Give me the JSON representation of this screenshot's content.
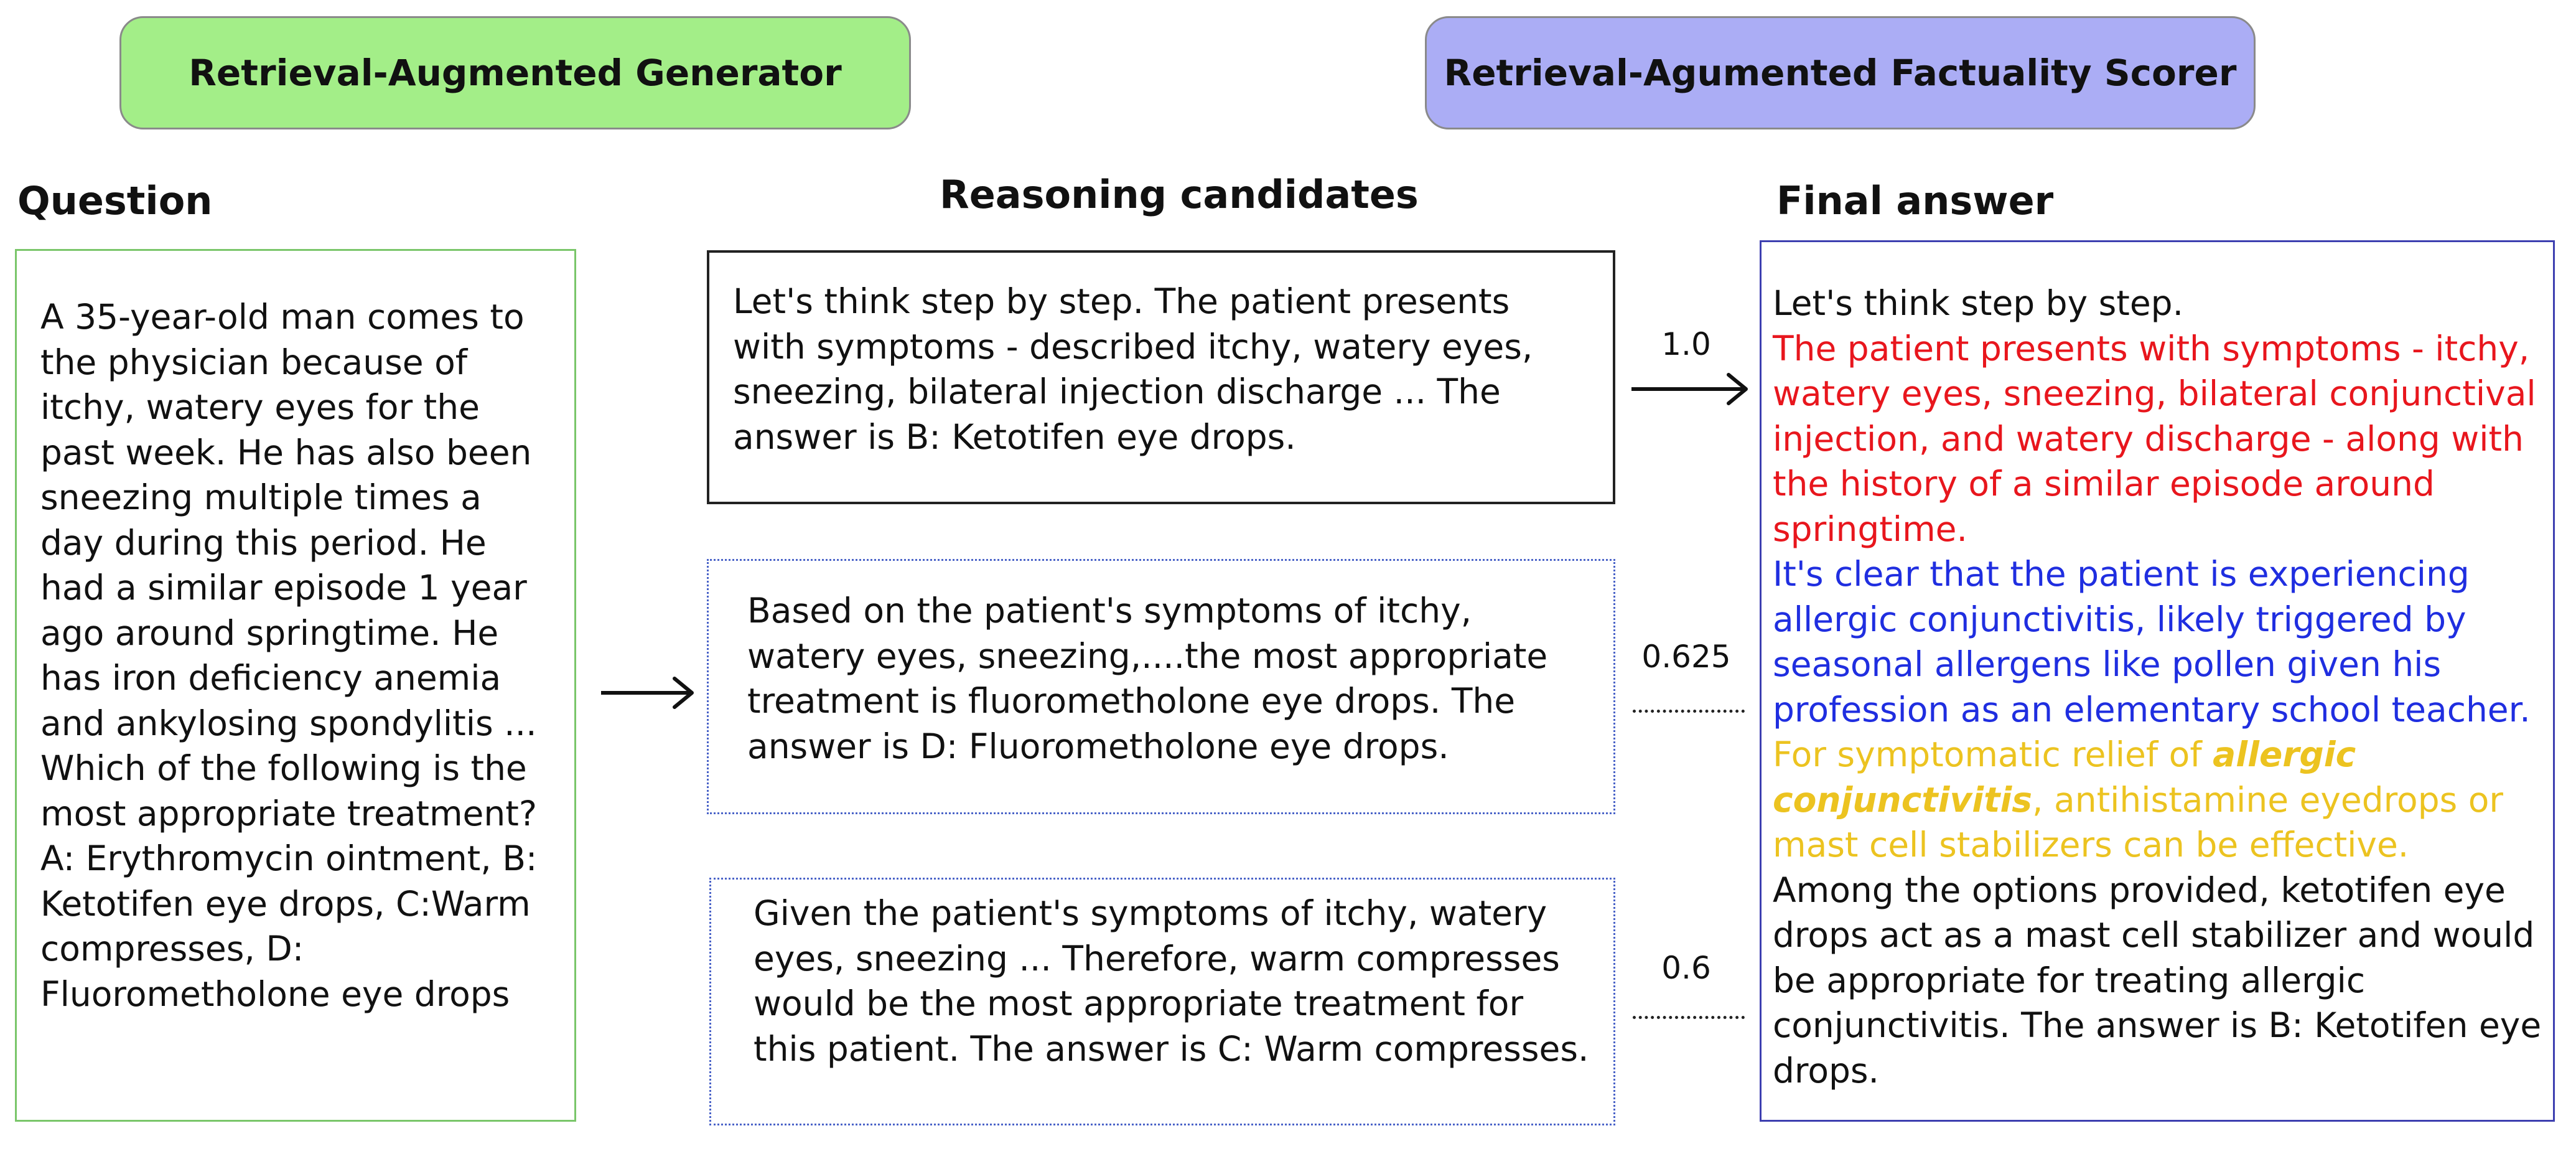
{
  "banners": {
    "generator": "Retrieval-Augmented Generator",
    "scorer": "Retrieval-Agumented Factuality Scorer"
  },
  "headers": {
    "question": "Question",
    "candidates": "Reasoning candidates",
    "final": "Final answer"
  },
  "question_text": "A 35-year-old man comes to the physician because of itchy, watery eyes for the past week. He has also been sneezing multiple times a day during this period. He had a similar episode 1 year ago around springtime. He has iron deficiency anemia and ankylosing spondylitis ... Which of the following is the most appropriate treatment? A: Erythromycin ointment, B: Ketotifen eye drops, C:Warm compresses, D: Fluorometholone eye drops",
  "candidates": [
    {
      "text": "Let's think step by step. The patient presents with symptoms - described itchy, watery eyes, sneezing, bilateral injection discharge ... The answer is B: Ketotifen eye drops.",
      "score": "1.0"
    },
    {
      "text": "Based on the patient's symptoms of itchy, watery eyes, sneezing,....the most appropriate treatment is fluorometholone eye drops. The answer is D: Fluorometholone eye drops.",
      "score": "0.625"
    },
    {
      "text": "Given the patient's symptoms of itchy, watery eyes, sneezing ... Therefore, warm compresses would be the most appropriate treatment for this patient. The answer is C: Warm compresses.",
      "score": "0.6"
    }
  ],
  "final_answer": {
    "intro": "Let's think step by step.",
    "red": "The patient presents with symptoms - itchy, watery eyes, sneezing, bilateral conjunctival injection, and watery discharge - along with the history of a similar episode around springtime.",
    "blue": "It's clear that the patient is experiencing allergic conjunctivitis, likely triggered by seasonal allergens like pollen given his profession as an elementary school teacher.",
    "yellow_pre": "For symptomatic relief of ",
    "yellow_em": "allergic conjunctivitis",
    "yellow_post": ", antihistamine eyedrops or mast cell stabilizers can be effective.",
    "black": "Among the options provided, ketotifen eye drops act as a mast cell stabilizer and would be appropriate for treating allergic conjunctivitis. The answer is B: Ketotifen eye drops."
  },
  "colors": {
    "generator_banner": "#a3ee88",
    "scorer_banner": "#abadf5",
    "question_border": "#7ac66a",
    "final_border": "#3d3fb0",
    "red": "#e8161d",
    "blue": "#1f2ee0",
    "yellow": "#ecc320"
  }
}
